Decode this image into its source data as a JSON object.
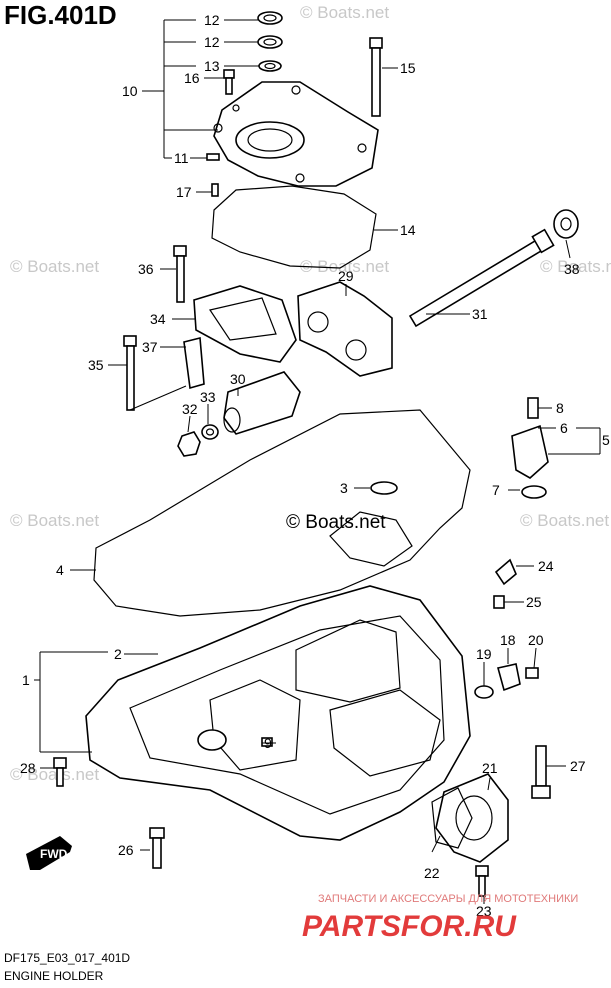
{
  "figure": {
    "title": "FIG.401D",
    "model_code": "DF175_E03_017_401D",
    "caption": "ENGINE HOLDER"
  },
  "watermark": {
    "text": "© Boats.net",
    "center_text": "© Boats.net"
  },
  "shop_banner": {
    "subtitle": "ЗАПЧАСТИ И АКСЕССУАРЫ ДЛЯ МОТОТЕХНИКИ",
    "brand": "PARTSFOR.RU"
  },
  "fwd_arrow": "FWD",
  "callouts": [
    {
      "n": "1"
    },
    {
      "n": "2"
    },
    {
      "n": "3"
    },
    {
      "n": "4"
    },
    {
      "n": "5"
    },
    {
      "n": "6"
    },
    {
      "n": "7"
    },
    {
      "n": "8"
    },
    {
      "n": "9"
    },
    {
      "n": "10"
    },
    {
      "n": "11"
    },
    {
      "n": "12"
    },
    {
      "n": "12"
    },
    {
      "n": "13"
    },
    {
      "n": "14"
    },
    {
      "n": "15"
    },
    {
      "n": "16"
    },
    {
      "n": "17"
    },
    {
      "n": "18"
    },
    {
      "n": "19"
    },
    {
      "n": "20"
    },
    {
      "n": "21"
    },
    {
      "n": "22"
    },
    {
      "n": "23"
    },
    {
      "n": "24"
    },
    {
      "n": "25"
    },
    {
      "n": "26"
    },
    {
      "n": "27"
    },
    {
      "n": "28"
    },
    {
      "n": "29"
    },
    {
      "n": "30"
    },
    {
      "n": "31"
    },
    {
      "n": "32"
    },
    {
      "n": "33"
    },
    {
      "n": "34"
    },
    {
      "n": "35"
    },
    {
      "n": "36"
    },
    {
      "n": "37"
    },
    {
      "n": "38"
    }
  ]
}
